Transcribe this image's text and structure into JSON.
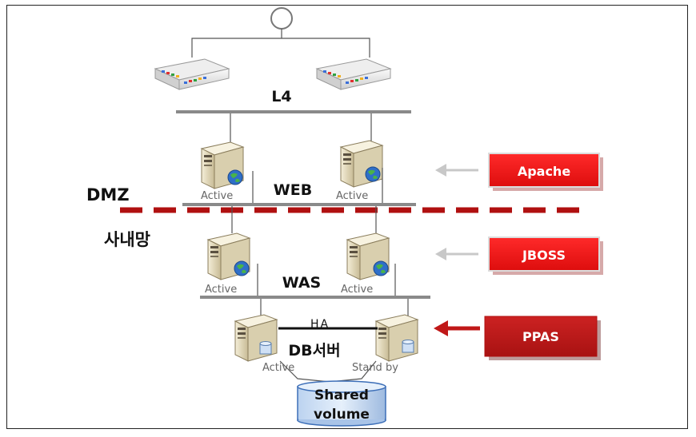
{
  "diagram": {
    "tiers": {
      "l4": {
        "label": "L4"
      },
      "web": {
        "label": "WEB",
        "left_status": "Active",
        "right_status": "Active"
      },
      "was": {
        "label": "WAS",
        "left_status": "Active",
        "right_status": "Active"
      },
      "db": {
        "label": "DB서버",
        "ha_label": "HA",
        "left_status": "Active",
        "right_status": "Stand by"
      }
    },
    "zones": {
      "dmz": "DMZ",
      "internal": "사내망"
    },
    "storage": {
      "line1": "Shared",
      "line2": "volume"
    },
    "callouts": [
      {
        "label": "Apache",
        "color": "#ee1111",
        "arrow_color": "#c8c8c8"
      },
      {
        "label": "JBOSS",
        "color": "#ee1111",
        "arrow_color": "#c8c8c8"
      },
      {
        "label": "PPAS",
        "color": "#c01818",
        "arrow_color": "#c01818"
      }
    ],
    "colors": {
      "dmz_line": "#b01010",
      "bus": "#8a8a8a",
      "link": "#555555"
    }
  }
}
